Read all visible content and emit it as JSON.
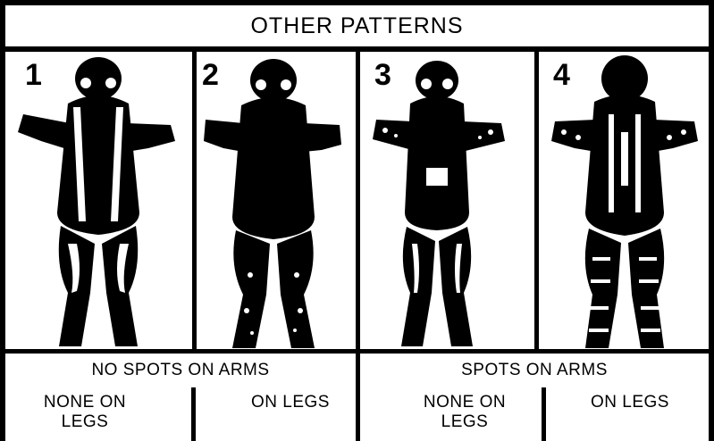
{
  "title": "OTHER PATTERNS",
  "panels": [
    {
      "number": "1",
      "arm_spots": false,
      "leg_spots": false
    },
    {
      "number": "2",
      "arm_spots": false,
      "leg_spots": true
    },
    {
      "number": "3",
      "arm_spots": true,
      "leg_spots": false
    },
    {
      "number": "4",
      "arm_spots": true,
      "leg_spots": true
    }
  ],
  "groups": [
    {
      "heading": "NO SPOTS ON ARMS",
      "left": "NONE ON\nLEGS",
      "right": "ON LEGS"
    },
    {
      "heading": "SPOTS ON ARMS",
      "left": "NONE ON\nLEGS",
      "right": "ON LEGS"
    }
  ],
  "colors": {
    "ink": "#000000",
    "paper": "#ffffff"
  }
}
